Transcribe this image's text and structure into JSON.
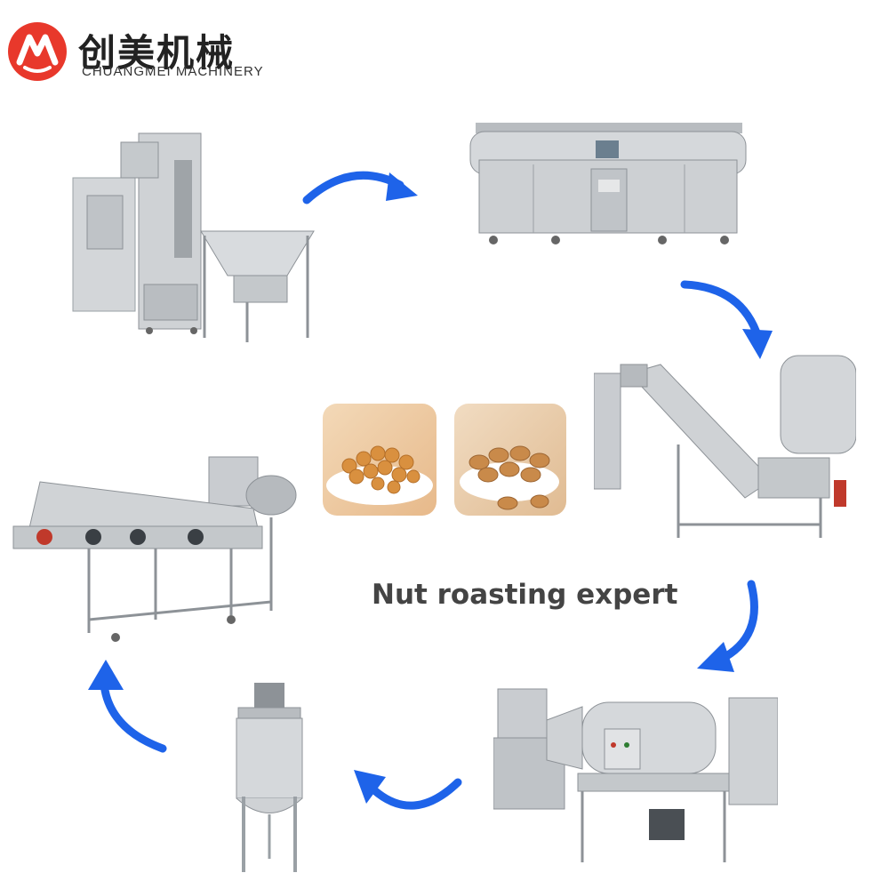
{
  "brand": {
    "name_cn": "创美机械",
    "name_en": "CHUANGMEI MACHINERY",
    "logo_color": "#e8382b"
  },
  "tagline": "Nut roasting expert",
  "colors": {
    "arrow": "#1e63e9",
    "steel": "#c9ccd0",
    "steel_dark": "#8d9297",
    "background": "#ffffff"
  },
  "icons": [
    "logo-mark-icon",
    "flow-arrow-icon"
  ]
}
